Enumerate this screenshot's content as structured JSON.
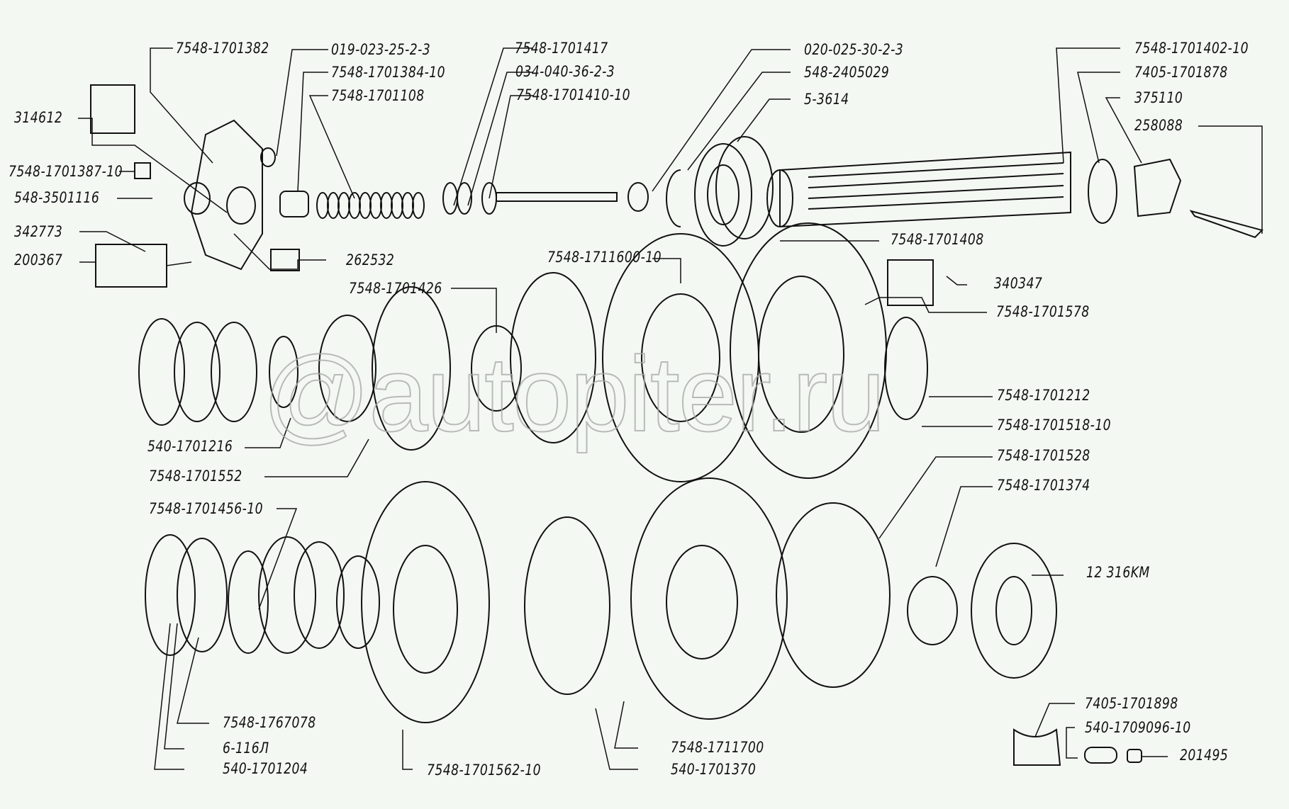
{
  "diagram": {
    "title": "",
    "type": "exploded-parts-view",
    "watermark": "@autopiter.ru",
    "colors": {
      "background": "#f4f8f3",
      "ink": "#111111",
      "watermark": "#a9aba9"
    },
    "groups": {
      "shaft_assembly": [
        "7548-1701382",
        "019-023-25-2-3",
        "7548-1701384-10",
        "7548-1701108",
        "7548-1701417",
        "034-040-36-2-3",
        "7548-1701410-10",
        "020-025-30-2-3",
        "548-2405029",
        "5-3614",
        "7548-1701402-10",
        "7405-1701878",
        "375110",
        "258088",
        "314612",
        "7548-1701387-10",
        "548-3501116",
        "342773",
        "200367",
        "262532",
        "7548-1701408"
      ],
      "middle_gear_set": [
        "7548-1711600-10",
        "7548-1701426",
        "340347",
        "7548-1701578",
        "7548-1701212",
        "7548-1701518-10",
        "540-1701216",
        "7548-1701552"
      ],
      "lower_gear_set": [
        "7548-1701528",
        "7548-1701374",
        "7548-1701456-10",
        "12 316KM",
        "7548-1767078",
        "6-116Л",
        "540-1701204",
        "7548-1701562-10",
        "7548-1711700",
        "540-1701370",
        "7405-1701898",
        "540-1709096-10",
        "201495"
      ]
    },
    "labels": [
      {
        "id": "p1",
        "text": "7548-1701382"
      },
      {
        "id": "p2",
        "text": "019-023-25-2-3"
      },
      {
        "id": "p3",
        "text": "7548-1701384-10"
      },
      {
        "id": "p4",
        "text": "7548-1701108"
      },
      {
        "id": "p5",
        "text": "7548-1701417"
      },
      {
        "id": "p6",
        "text": "034-040-36-2-3"
      },
      {
        "id": "p7",
        "text": "7548-1701410-10"
      },
      {
        "id": "p8",
        "text": "020-025-30-2-3"
      },
      {
        "id": "p9",
        "text": "548-2405029"
      },
      {
        "id": "p10",
        "text": "5-3614"
      },
      {
        "id": "p11",
        "text": "7548-1701402-10"
      },
      {
        "id": "p12",
        "text": "7405-1701878"
      },
      {
        "id": "p13",
        "text": "375110"
      },
      {
        "id": "p14",
        "text": "258088"
      },
      {
        "id": "p15",
        "text": "314612"
      },
      {
        "id": "p16",
        "text": "7548-1701387-10"
      },
      {
        "id": "p17",
        "text": "548-3501116"
      },
      {
        "id": "p18",
        "text": "342773"
      },
      {
        "id": "p19",
        "text": "200367"
      },
      {
        "id": "p20",
        "text": "262532"
      },
      {
        "id": "p21",
        "text": "7548-1701408"
      },
      {
        "id": "p22",
        "text": "7548-1711600-10"
      },
      {
        "id": "p23",
        "text": "7548-1701426"
      },
      {
        "id": "p24",
        "text": "340347"
      },
      {
        "id": "p25",
        "text": "7548-1701578"
      },
      {
        "id": "p26",
        "text": "7548-1701212"
      },
      {
        "id": "p27",
        "text": "7548-1701518-10"
      },
      {
        "id": "p28",
        "text": "540-1701216"
      },
      {
        "id": "p29",
        "text": "7548-1701552"
      },
      {
        "id": "p30",
        "text": "7548-1701528"
      },
      {
        "id": "p31",
        "text": "7548-1701374"
      },
      {
        "id": "p32",
        "text": "7548-1701456-10"
      },
      {
        "id": "p33",
        "text": "12 316KM"
      },
      {
        "id": "p34",
        "text": "7548-1767078"
      },
      {
        "id": "p35",
        "text": "6-116Л"
      },
      {
        "id": "p36",
        "text": "540-1701204"
      },
      {
        "id": "p37",
        "text": "7548-1701562-10"
      },
      {
        "id": "p38",
        "text": "7548-1711700"
      },
      {
        "id": "p39",
        "text": "540-1701370"
      },
      {
        "id": "p40",
        "text": "7405-1701898"
      },
      {
        "id": "p41",
        "text": "540-1709096-10"
      },
      {
        "id": "p42",
        "text": "201495"
      }
    ]
  }
}
